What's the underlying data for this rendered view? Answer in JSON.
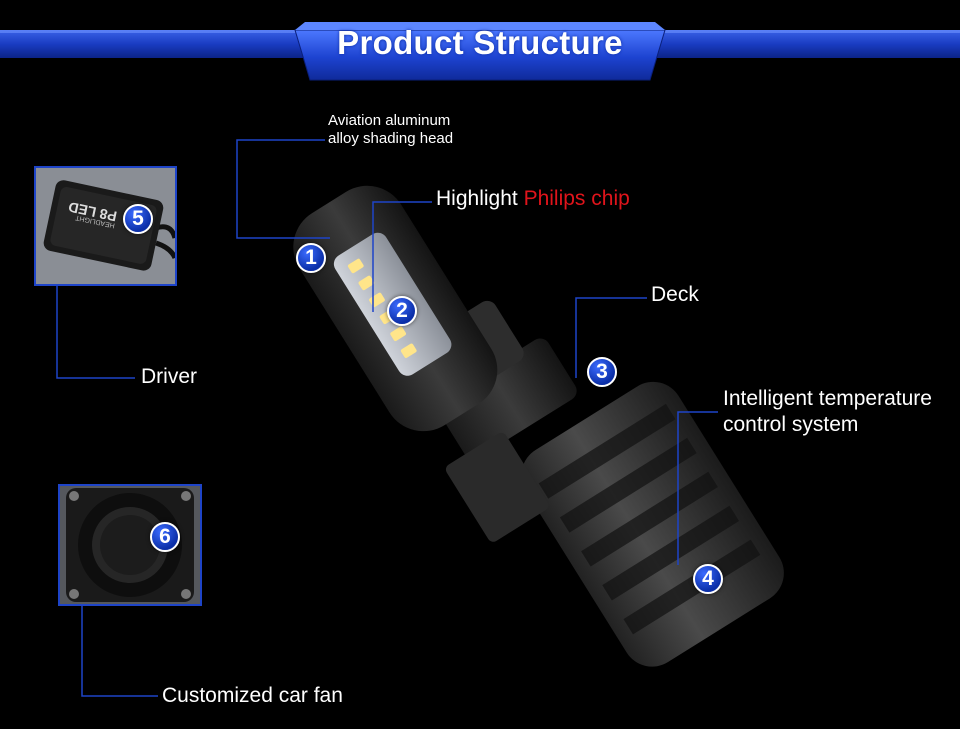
{
  "header": {
    "title": "Product Structure",
    "accent_color": "#1e44c8"
  },
  "callouts": [
    {
      "number": "1",
      "label_line1": "Aviation aluminum",
      "label_line2": "alloy shading head"
    },
    {
      "number": "2",
      "label_prefix": "Highlight",
      "label_highlight": "Philips chip",
      "highlight_color": "#e0141b"
    },
    {
      "number": "3",
      "label": "Deck"
    },
    {
      "number": "4",
      "label_line1": "Intelligent temperature",
      "label_line2": "control system"
    },
    {
      "number": "5",
      "label": "Driver"
    },
    {
      "number": "6",
      "label": "Customized car fan"
    }
  ],
  "driver_module": {
    "brand_text": "P8 LED",
    "sub_text": "HEADLIGHT"
  }
}
